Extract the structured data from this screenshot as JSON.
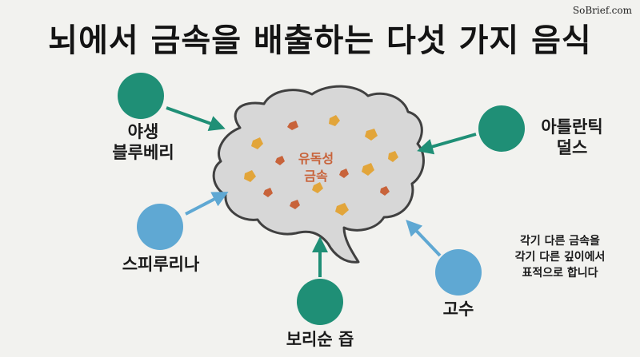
{
  "title": "뇌에서 금속을 배출하는 다섯 가지 음식",
  "watermark": "SoBrief.com",
  "brain_label": {
    "line1": "유독성",
    "line2": "금속"
  },
  "foods": [
    {
      "id": "blueberry",
      "line1": "야생",
      "line2": "블루베리",
      "color": "#1f8f76"
    },
    {
      "id": "spirulina",
      "line1": "스피루리나",
      "line2": "",
      "color": "#5fa8d3"
    },
    {
      "id": "barley",
      "line1": "보리순 즙",
      "line2": "",
      "color": "#1f8f76"
    },
    {
      "id": "cilantro",
      "line1": "고수",
      "line2": "",
      "color": "#5fa8d3"
    },
    {
      "id": "dulse",
      "line1": "아틀란틱",
      "line2": "덜스",
      "color": "#1f8f76"
    }
  ],
  "note": {
    "line1": "각기 다른 금속을",
    "line2": "각기 다른 깊이에서",
    "line3": "표적으로 합니다"
  },
  "colors": {
    "brain_fill": "#d7d7d7",
    "brain_stroke": "#404040",
    "metal_orange": "#e2a53a",
    "metal_red": "#c8633a",
    "arrow_green": "#1f8f76",
    "arrow_blue": "#5fa8d3"
  }
}
